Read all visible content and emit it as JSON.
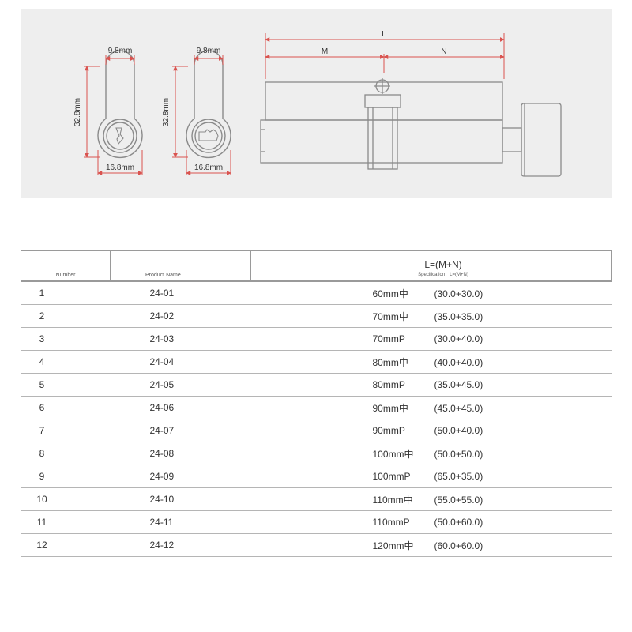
{
  "diagram": {
    "dims": {
      "left_width": "9.8mm",
      "left_height": "32.8mm",
      "left_base": "16.8mm",
      "right_width": "9.8mm",
      "right_height": "32.8mm",
      "right_base": "16.8mm",
      "total": "L",
      "part_m": "M",
      "part_n": "N"
    },
    "colors": {
      "dimension_line": "#d9534f",
      "outline": "#8a8a8a",
      "panel": "#eeeeee"
    }
  },
  "table": {
    "headers": {
      "number": "Number",
      "product_name": "Product Name",
      "spec_title": "L=(M+N)",
      "spec_sub": "Specification：L=(M+N)"
    },
    "rows": [
      {
        "number": "1",
        "name": "24-01",
        "length": "60mm中",
        "mn": "(30.0+30.0)"
      },
      {
        "number": "2",
        "name": "24-02",
        "length": "70mm中",
        "mn": "(35.0+35.0)"
      },
      {
        "number": "3",
        "name": "24-03",
        "length": "70mmP",
        "mn": "(30.0+40.0)"
      },
      {
        "number": "4",
        "name": "24-04",
        "length": "80mm中",
        "mn": "(40.0+40.0)"
      },
      {
        "number": "5",
        "name": "24-05",
        "length": "80mmP",
        "mn": "(35.0+45.0)"
      },
      {
        "number": "6",
        "name": "24-06",
        "length": "90mm中",
        "mn": "(45.0+45.0)"
      },
      {
        "number": "7",
        "name": "24-07",
        "length": "90mmP",
        "mn": "(50.0+40.0)"
      },
      {
        "number": "8",
        "name": "24-08",
        "length": "100mm中",
        "mn": "(50.0+50.0)"
      },
      {
        "number": "9",
        "name": "24-09",
        "length": "100mmP",
        "mn": "(65.0+35.0)"
      },
      {
        "number": "10",
        "name": "24-10",
        "length": "110mm中",
        "mn": "(55.0+55.0)"
      },
      {
        "number": "11",
        "name": "24-11",
        "length": "110mmP",
        "mn": "(50.0+60.0)"
      },
      {
        "number": "12",
        "name": "24-12",
        "length": "120mm中",
        "mn": "(60.0+60.0)"
      }
    ]
  }
}
